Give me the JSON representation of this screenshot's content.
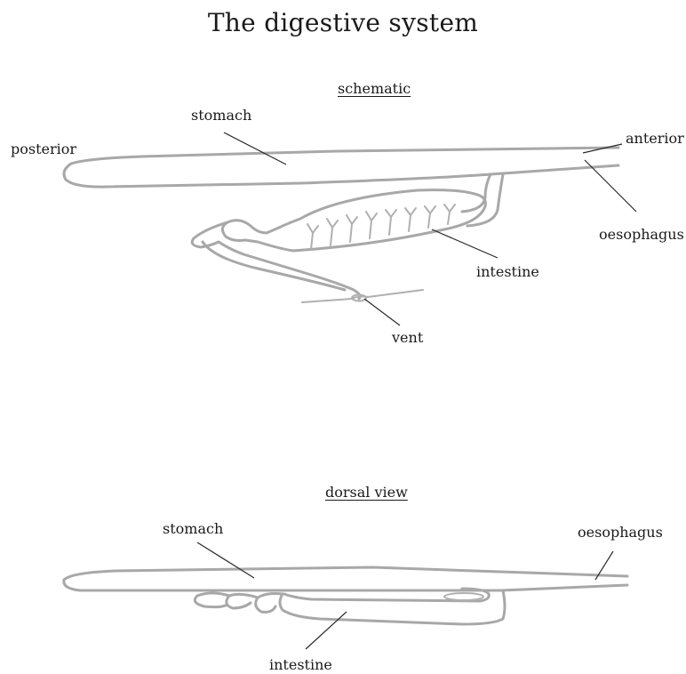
{
  "title": "The digestive system",
  "schematic": {
    "heading": "schematic",
    "labels": {
      "posterior": "posterior",
      "stomach": "stomach",
      "anterior": "anterior",
      "oesophagus": "oesophagus",
      "intestine": "intestine",
      "vent": "vent"
    }
  },
  "dorsal": {
    "heading": "dorsal view",
    "labels": {
      "stomach": "stomach",
      "oesophagus": "oesophagus",
      "intestine": "intestine"
    }
  }
}
